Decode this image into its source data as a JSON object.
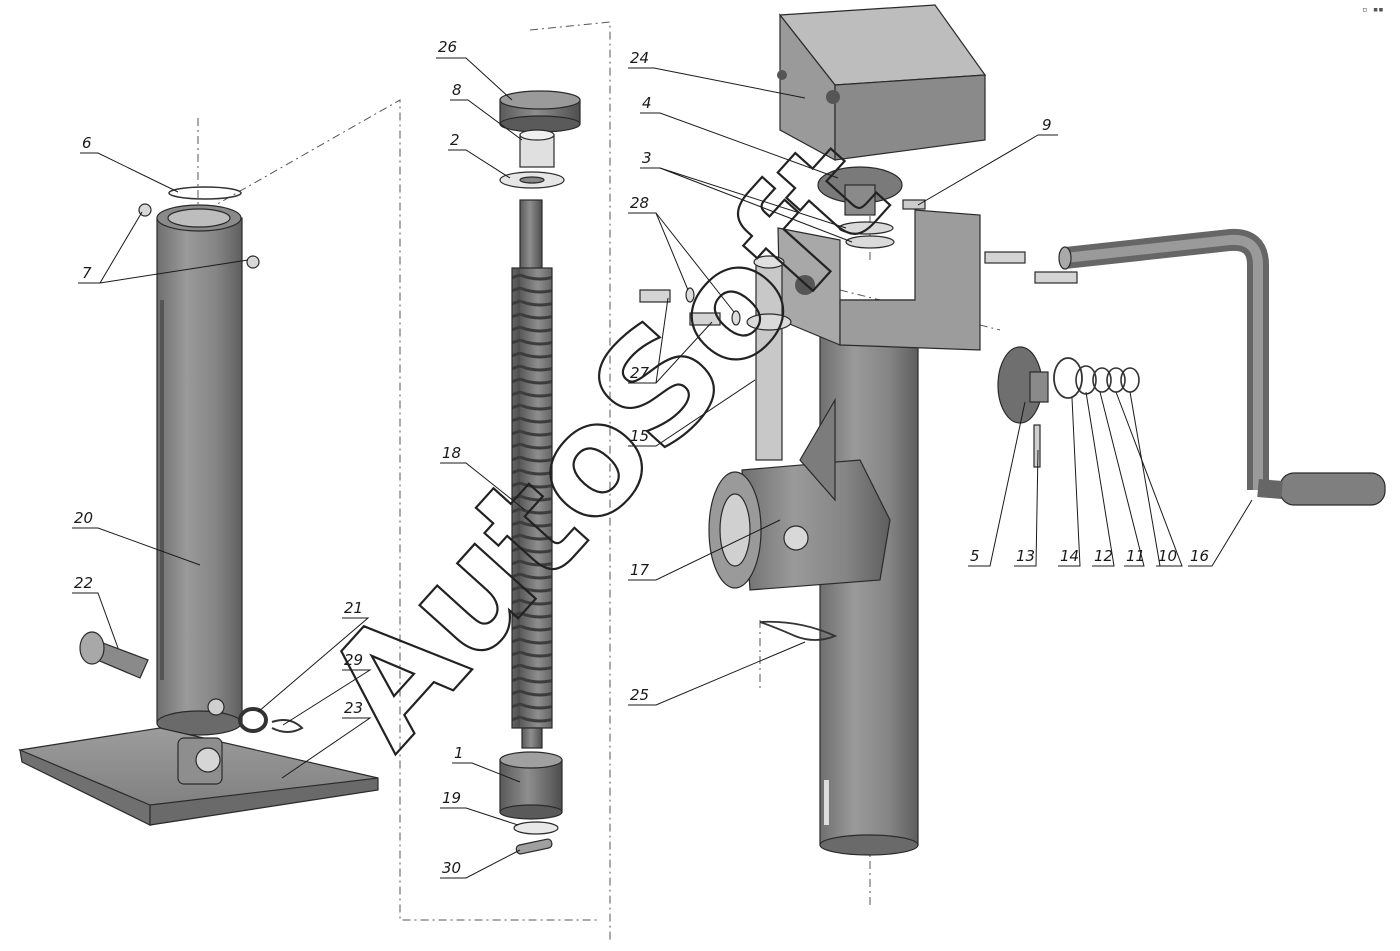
{
  "watermark": "AutoSoft",
  "corner_mark": "▫ ▪▪",
  "callouts": [
    {
      "id": "c26",
      "text": "26"
    },
    {
      "id": "c8",
      "text": "8"
    },
    {
      "id": "c2",
      "text": "2"
    },
    {
      "id": "c6",
      "text": "6"
    },
    {
      "id": "c7",
      "text": "7"
    },
    {
      "id": "c20",
      "text": "20"
    },
    {
      "id": "c22",
      "text": "22"
    },
    {
      "id": "c21",
      "text": "21"
    },
    {
      "id": "c29",
      "text": "29"
    },
    {
      "id": "c23",
      "text": "23"
    },
    {
      "id": "c18",
      "text": "18"
    },
    {
      "id": "c1",
      "text": "1"
    },
    {
      "id": "c19",
      "text": "19"
    },
    {
      "id": "c30",
      "text": "30"
    },
    {
      "id": "c24",
      "text": "24"
    },
    {
      "id": "c4",
      "text": "4"
    },
    {
      "id": "c3",
      "text": "3"
    },
    {
      "id": "c28",
      "text": "28"
    },
    {
      "id": "c27",
      "text": "27"
    },
    {
      "id": "c15",
      "text": "15"
    },
    {
      "id": "c17",
      "text": "17"
    },
    {
      "id": "c25",
      "text": "25"
    },
    {
      "id": "c9",
      "text": "9"
    },
    {
      "id": "c5",
      "text": "5"
    },
    {
      "id": "c13",
      "text": "13"
    },
    {
      "id": "c14",
      "text": "14"
    },
    {
      "id": "c12",
      "text": "12"
    },
    {
      "id": "c11",
      "text": "11"
    },
    {
      "id": "c10",
      "text": "10"
    },
    {
      "id": "c16",
      "text": "16"
    }
  ]
}
